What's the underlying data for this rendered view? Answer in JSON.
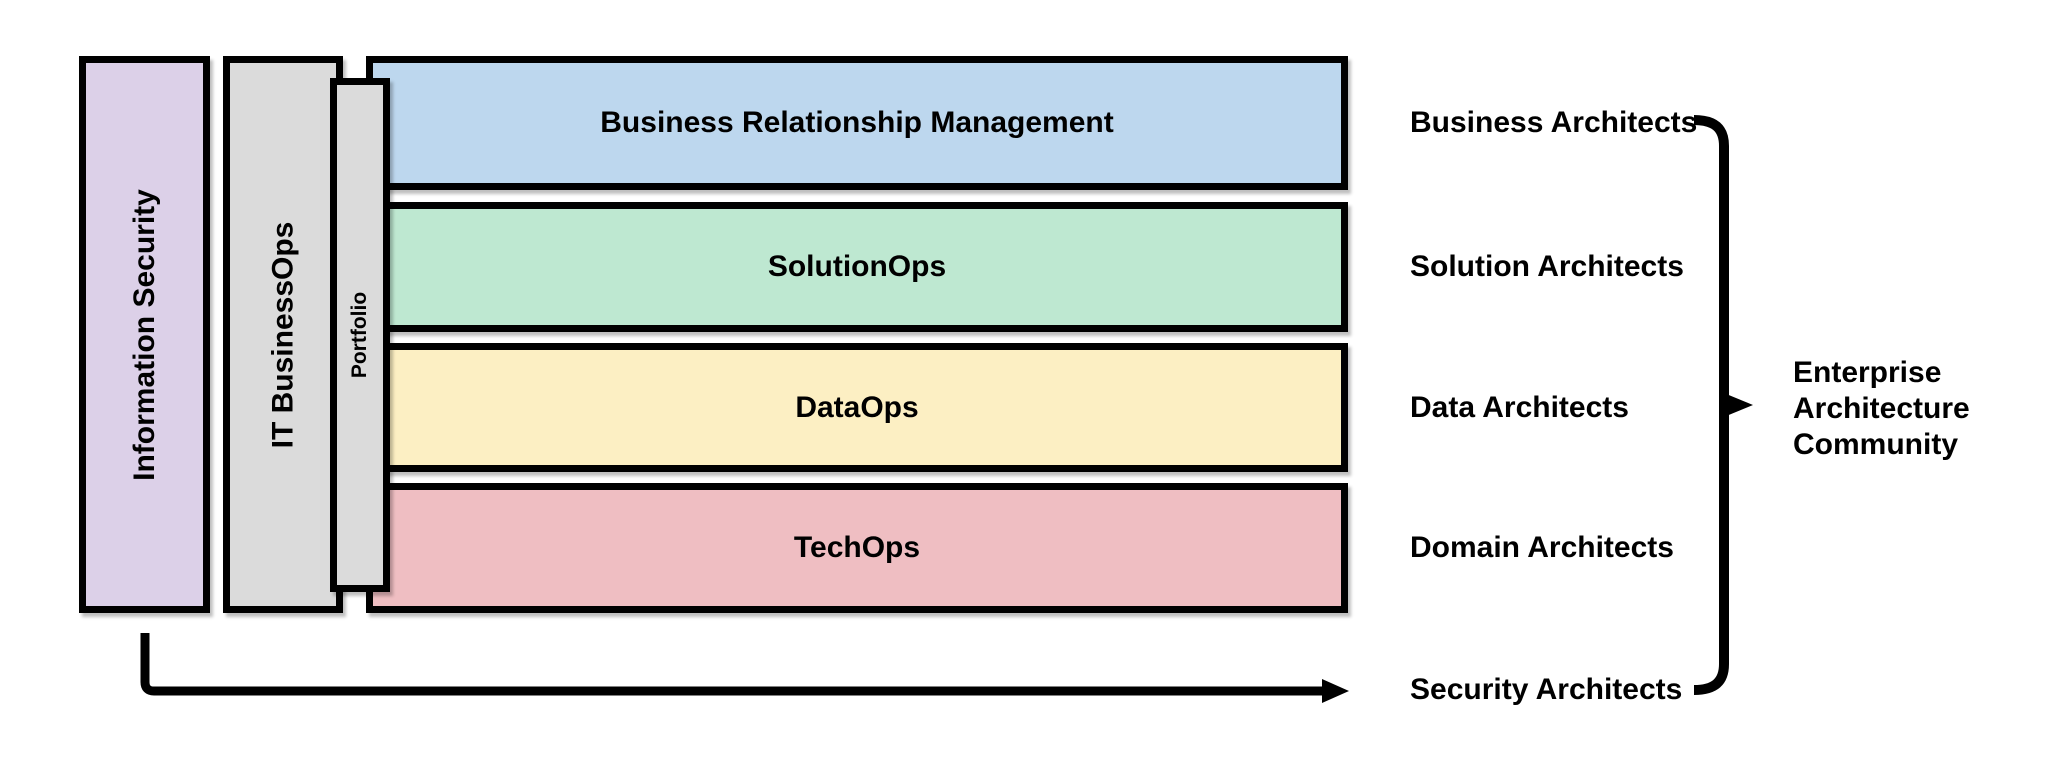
{
  "vertical_bars": [
    {
      "label": "Information Security",
      "fill": "#DCD0E8"
    },
    {
      "label": "IT BusinessOps",
      "fill": "#DBDBDB"
    },
    {
      "label": "Portfolio",
      "fill": "#DBDBDB"
    }
  ],
  "horizontal_bars": [
    {
      "label": "Business Relationship Management",
      "fill": "#BDD7EE"
    },
    {
      "label": "SolutionOps",
      "fill": "#BEE8D1"
    },
    {
      "label": "DataOps",
      "fill": "#FCEFC3"
    },
    {
      "label": "TechOps",
      "fill": "#EFBEC2"
    }
  ],
  "architect_labels": [
    {
      "label": "Business Architects"
    },
    {
      "label": "Solution Architects"
    },
    {
      "label": "Data Architects"
    },
    {
      "label": "Domain Architects"
    },
    {
      "label": "Security Architects"
    }
  ],
  "group": {
    "label": "Enterprise Architecture Community"
  },
  "colors": {
    "background": "#FFFFFF",
    "border": "#000000",
    "line": "#000000",
    "text": "#000000"
  }
}
